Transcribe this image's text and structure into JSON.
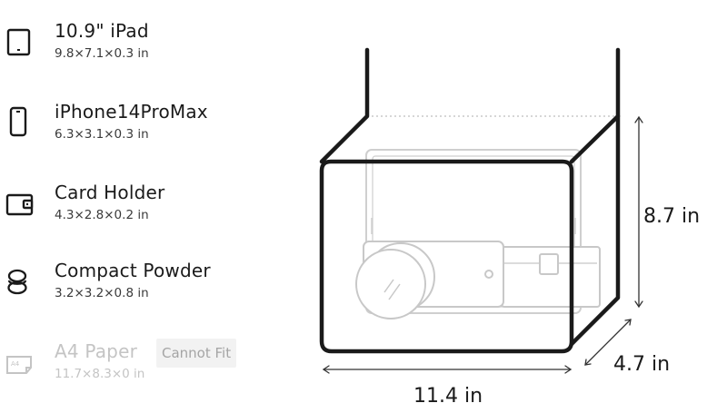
{
  "items": [
    {
      "name": "10.9\" iPad",
      "dims": "9.8×7.1×0.3 in",
      "icon": "tablet-icon"
    },
    {
      "name": "iPhone14ProMax",
      "dims": "6.3×3.1×0.3 in",
      "icon": "phone-icon"
    },
    {
      "name": "Card Holder",
      "dims": "4.3×2.8×0.2 in",
      "icon": "wallet-icon"
    },
    {
      "name": "Compact Powder",
      "dims": "3.2×3.2×0.8 in",
      "icon": "compact-icon"
    },
    {
      "name": "A4 Paper",
      "dims": "11.7×8.3×0 in",
      "icon": "a4-paper-icon",
      "badge": "Cannot Fit",
      "icon_text": "A4"
    }
  ],
  "diagram": {
    "width": "11.4 in",
    "height": "8.7 in",
    "depth": "4.7 in"
  },
  "colors": {
    "text": "#1a1a1a",
    "disabled": "#c4c4c4",
    "badge_bg": "#f2f2f2",
    "badge_text": "#a5a5a5",
    "outline": "#1a1a1a",
    "ghost": "#c8c8c8"
  }
}
